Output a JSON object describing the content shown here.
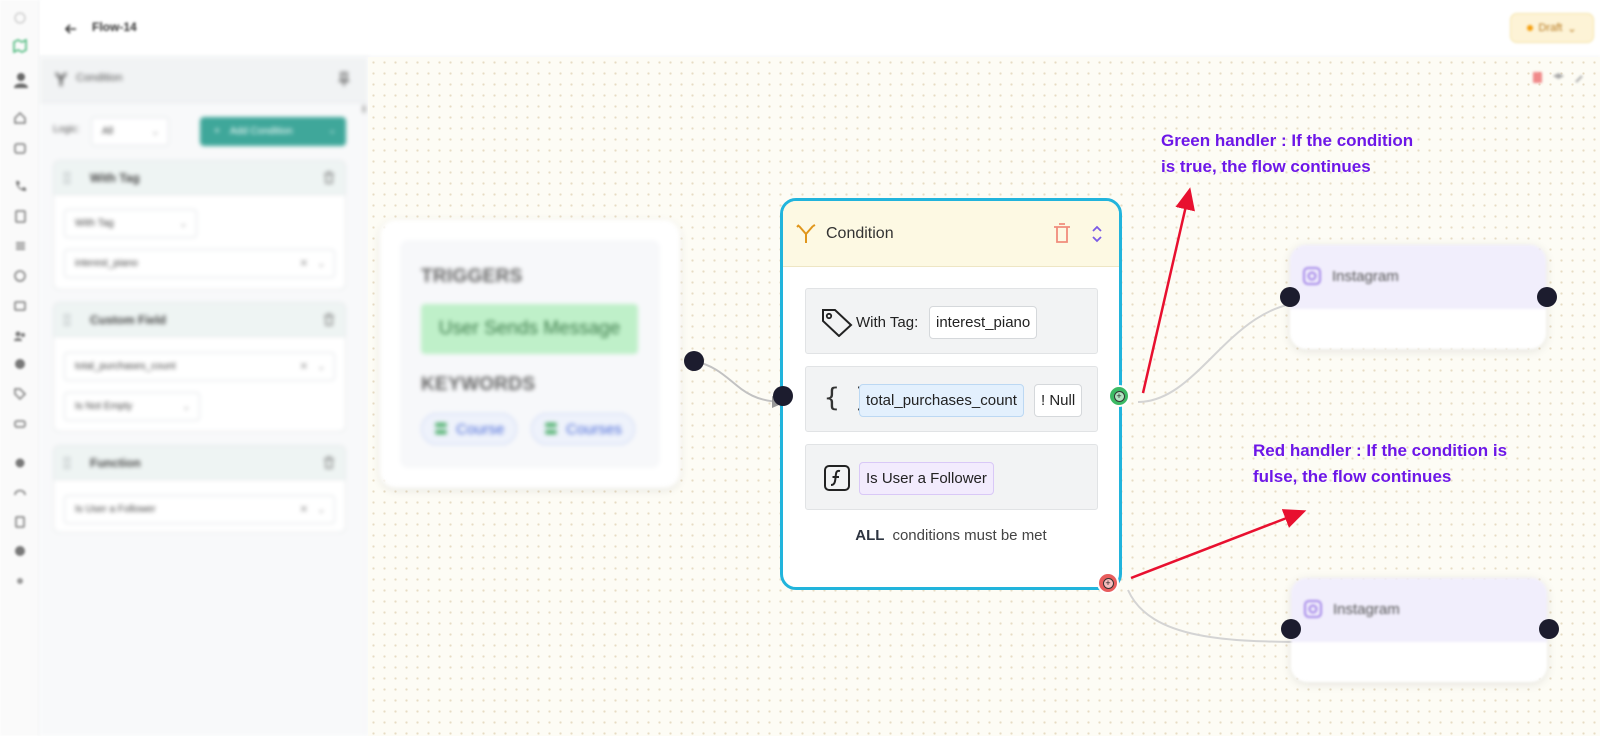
{
  "topbar": {
    "flow_name": "Flow-14",
    "status": "Draft"
  },
  "panel": {
    "title": "Condition",
    "logic_label": "Logic:",
    "logic_value": "All",
    "add_condition": "Add Condition",
    "cards": [
      {
        "title": "With Tag",
        "select1": "With Tag",
        "select2": "interest_piano"
      },
      {
        "title": "Custom Field",
        "select1": "total_purchases_count",
        "select2": "Is Not Empty"
      },
      {
        "title": "Function",
        "select1": "Is User a Follower"
      }
    ]
  },
  "trigger": {
    "triggers_heading": "TRIGGERS",
    "message": "User Sends Message",
    "keywords_heading": "KEYWORDS",
    "keywords": [
      "Course",
      "Courses"
    ]
  },
  "condition_node": {
    "title": "Condition",
    "tag_label": "With Tag:",
    "tag_value": "interest_piano",
    "field_name": "total_purchases_count",
    "field_op": "! Null",
    "function_name": "Is User a Follower",
    "all_word": "ALL",
    "all_text": "conditions must be met"
  },
  "instagram_nodes": [
    "Instagram",
    "Instagram"
  ],
  "annotations": {
    "green": [
      "Green handler : If the condition",
      "is true, the flow continues"
    ],
    "red": [
      "Red handler : If the condition is",
      "fulse, the flow continues"
    ]
  },
  "colors": {
    "accent_teal": "#3fa79a",
    "node_border": "#21b4dc",
    "annotation": "#6d17e8",
    "arrow": "#e8102f",
    "green_handle": "#3cba64",
    "red_handle": "#e85d5d"
  }
}
